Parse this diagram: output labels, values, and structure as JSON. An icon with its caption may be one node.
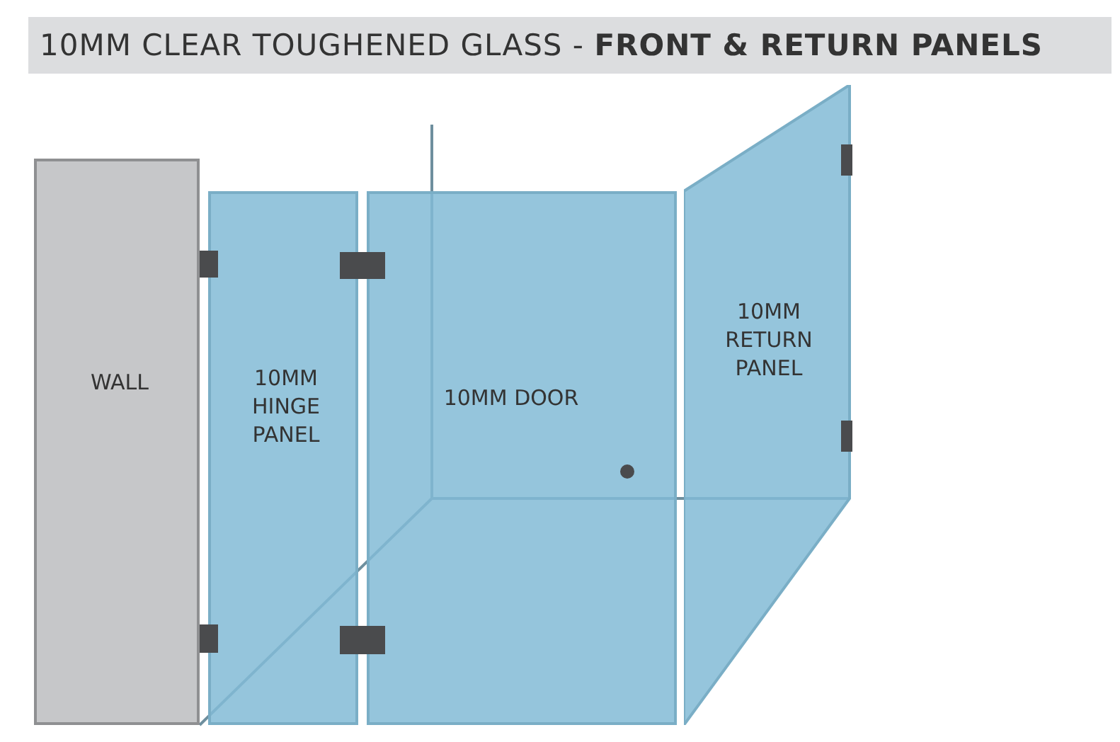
{
  "diagram": {
    "title": "10MM CLEAR TOUGHENED GLASS - **FRONT & RETURN PANELS**",
    "nodes": [
      {
        "text": [
          "WALL"
        ]
      },
      {
        "text": [
          "10MM HINGE PANEL"
        ]
      },
      {
        "text": [
          "10MM DOOR"
        ]
      },
      {
        "text": [
          "10MM RETURN PANEL"
        ]
      }
    ],
    "edges": []
  }
}
